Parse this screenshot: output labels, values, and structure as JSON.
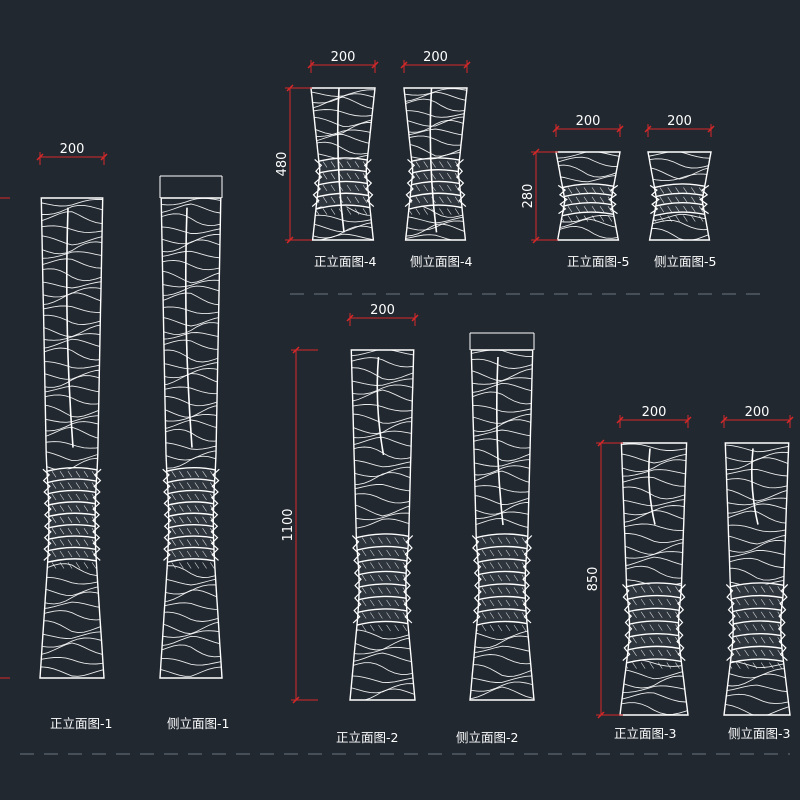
{
  "colors": {
    "background": "#212830",
    "outline": "#ffffff",
    "dimension": "#d62828",
    "separator": "#6b7580"
  },
  "pillars": [
    {
      "id": "p1-front",
      "label": "正立面图-1",
      "width_label": "200",
      "height_label": "",
      "kind": "front"
    },
    {
      "id": "p1-side",
      "label": "侧立面图-1",
      "width_label": "",
      "height_label": "",
      "kind": "side"
    },
    {
      "id": "p2-front",
      "label": "正立面图-2",
      "width_label": "200",
      "height_label": "1100",
      "kind": "front"
    },
    {
      "id": "p2-side",
      "label": "侧立面图-2",
      "width_label": "",
      "height_label": "",
      "kind": "side"
    },
    {
      "id": "p3-front",
      "label": "正立面图-3",
      "width_label": "200",
      "height_label": "850",
      "kind": "front"
    },
    {
      "id": "p3-side",
      "label": "侧立面图-3",
      "width_label": "200",
      "height_label": "",
      "kind": "side"
    },
    {
      "id": "p4-front",
      "label": "正立面图-4",
      "width_label": "200",
      "height_label": "480",
      "kind": "front"
    },
    {
      "id": "p4-side",
      "label": "侧立面图-4",
      "width_label": "200",
      "height_label": "",
      "kind": "side"
    },
    {
      "id": "p5-front",
      "label": "正立面图-5",
      "width_label": "200",
      "height_label": "280",
      "kind": "front"
    },
    {
      "id": "p5-side",
      "label": "侧立面图-5",
      "width_label": "200",
      "height_label": "",
      "kind": "side"
    }
  ]
}
